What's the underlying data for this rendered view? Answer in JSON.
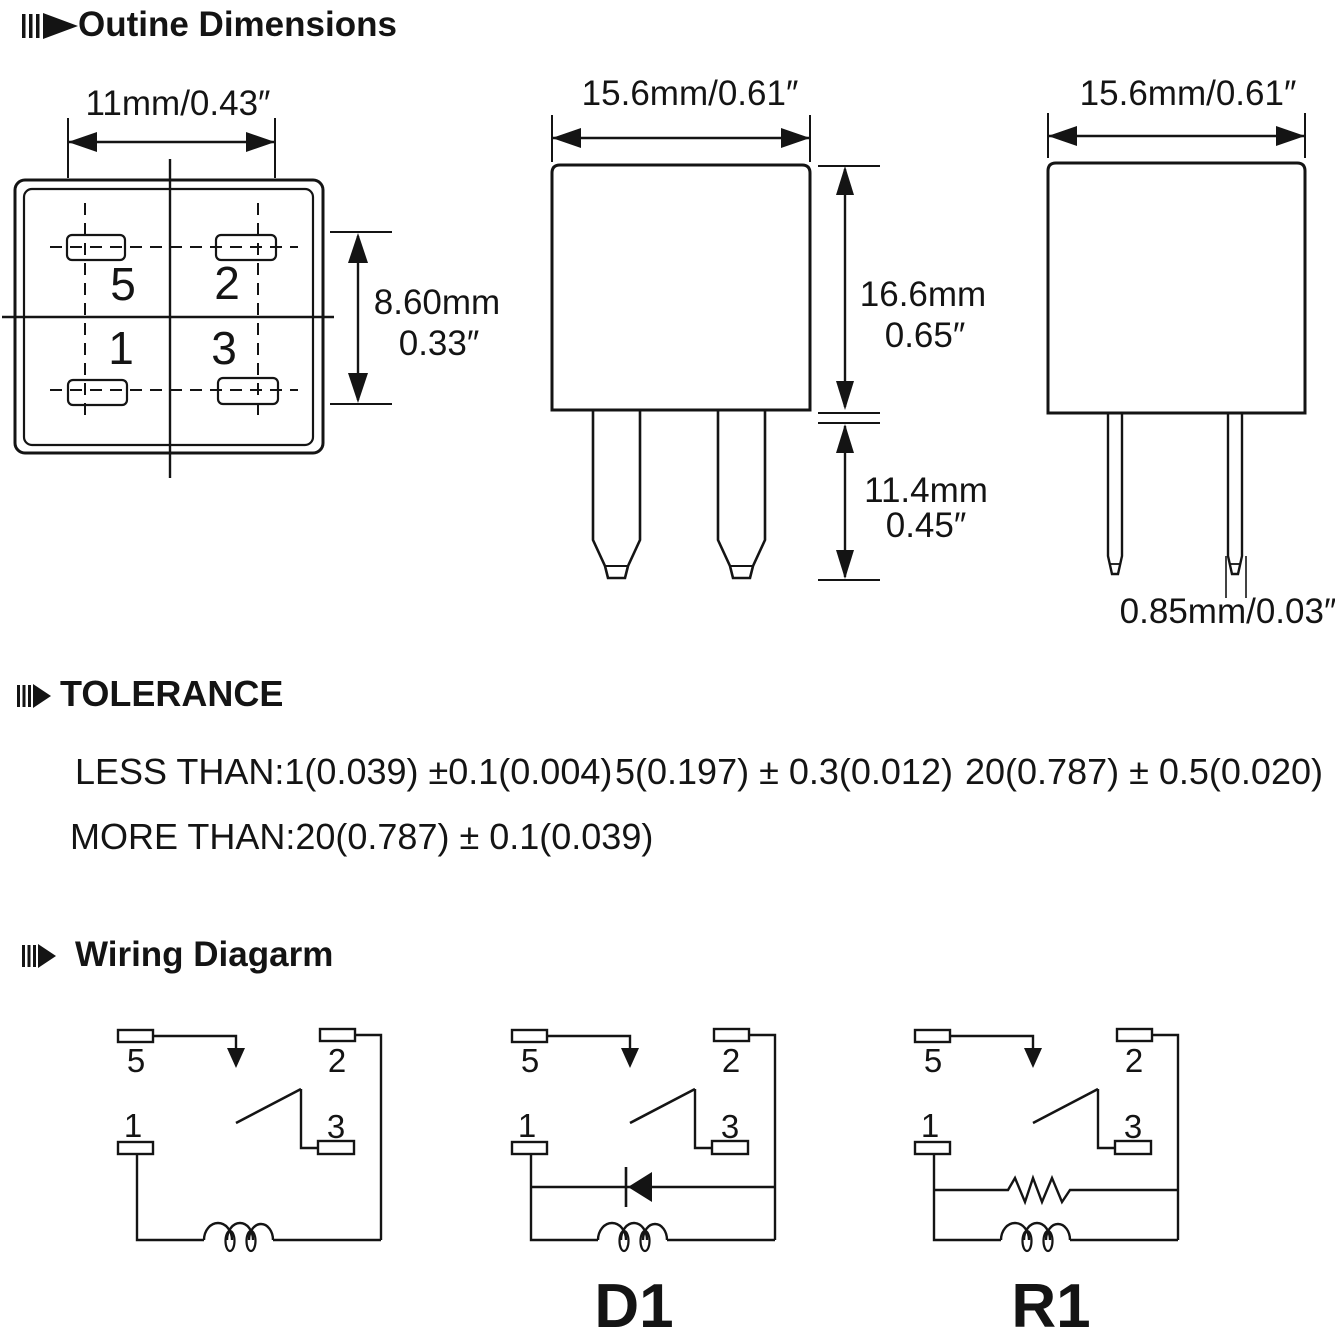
{
  "sections": {
    "outline_title": "Outine Dimensions",
    "tolerance_title": "TOLERANCE",
    "wiring_title": "Wiring Diagarm"
  },
  "outline": {
    "bottom_view": {
      "width": "11mm/0.43″",
      "row_pitch_mm": "8.60mm",
      "row_pitch_in": "0.33″",
      "pin_5": "5",
      "pin_2": "2",
      "pin_1": "1",
      "pin_3": "3"
    },
    "front_view": {
      "width": "15.6mm/0.61″",
      "body_height_mm": "16.6mm",
      "body_height_in": "0.65″",
      "terminal_length_mm": "11.4mm",
      "terminal_length_in": "0.45″"
    },
    "side_view": {
      "width": "15.6mm/0.61″",
      "pin_thickness": "0.85mm/0.03″"
    }
  },
  "tolerance": {
    "less_than": "LESS THAN:1(0.039) ±0.1(0.004)",
    "less_than_mid": "5(0.197) ± 0.3(0.012)",
    "less_than_high": "20(0.787) ± 0.5(0.020)",
    "more_than": "MORE THAN:20(0.787) ± 0.1(0.039)"
  },
  "wiring": {
    "pin_5": "5",
    "pin_2": "2",
    "pin_1": "1",
    "pin_3": "3",
    "diode_label": "D1",
    "resistor_label": "R1"
  }
}
